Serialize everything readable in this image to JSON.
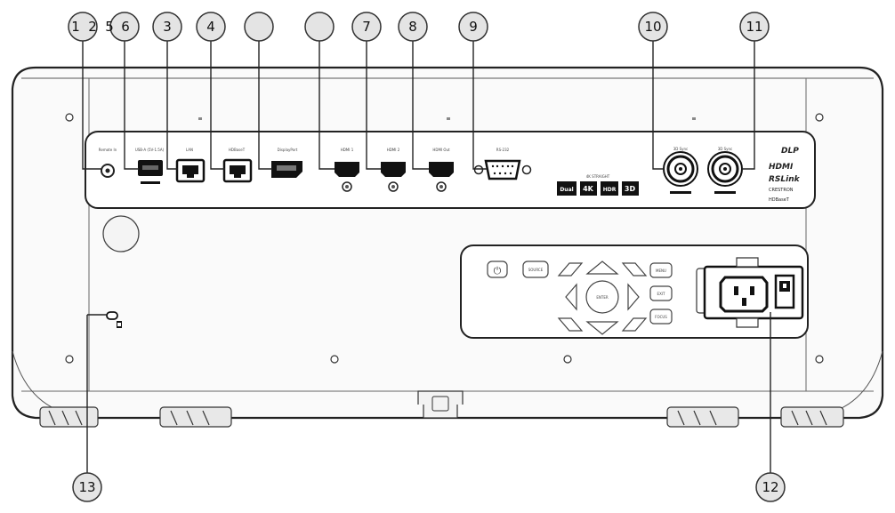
{
  "callouts": {
    "c1": "1",
    "c2": "2",
    "c5": "5",
    "c6": "6",
    "c3": "3",
    "c4": "4",
    "c7": "7",
    "c8": "8",
    "c9": "9",
    "c10": "10",
    "c11": "11",
    "c12": "12",
    "c13": "13"
  },
  "ports": {
    "remote": "Remote In",
    "usb": "USB-A (5V-1.5A)",
    "lan": "LAN",
    "hdbaset": "HDBaseT",
    "displayport": "DisplayPort",
    "hdmi1": "HDMI 1",
    "hdmi2": "HDMI 2",
    "hdmi_out": "HDMI Out",
    "rs232": "RS-232",
    "sync1": "3D Sync",
    "sync2": "3D Sync"
  },
  "features": {
    "heading": "4K STRAIGHT",
    "badges": [
      "Dual",
      "4K",
      "HDR",
      "3D"
    ]
  },
  "brands": [
    "DLP",
    "HDMI",
    "RSLink",
    "CRESTRON",
    "HDBaseT"
  ],
  "keypad": {
    "power": "⏻",
    "source": "SOURCE",
    "enter": "ENTER",
    "menu": "MENU",
    "exit": "EXIT",
    "focus": "FOCUS"
  }
}
